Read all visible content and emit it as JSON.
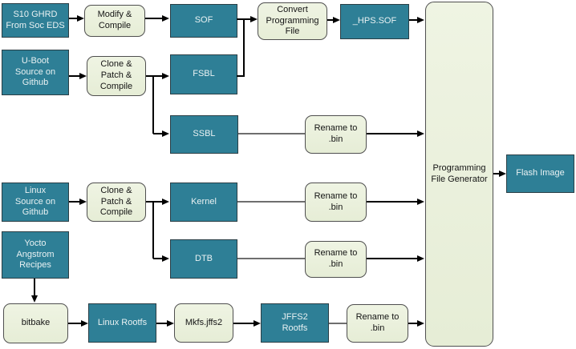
{
  "colors": {
    "teal_fill": "#2E7F96",
    "teal_border": "#2A3E45",
    "teal_text": "#EAF2F3",
    "light_fill_top": "#EFF4E3",
    "light_fill_bottom": "#E6EDD6",
    "light_border": "#4F4F4F",
    "line_black": "#000000",
    "line_gray": "#6E6E6E"
  },
  "nodes": {
    "s10": "S10 GHRD\nFrom Soc EDS",
    "modify": "Modify &\nCompile",
    "sof": "SOF",
    "convert": "Convert\nProgramming\nFile",
    "hps": "_HPS.SOF",
    "uboot": "U-Boot\nSource on\nGithub",
    "clone": "Clone &\nPatch &\nCompile",
    "fsbl": "FSBL",
    "ssbl": "SSBL",
    "rename": "Rename to\n.bin",
    "linux_src": "Linux\nSource on\nGithub",
    "kernel": "Kernel",
    "dtb": "DTB",
    "yocto": "Yocto\nAngstrom\nRecipes",
    "bitbake": "bitbake",
    "linux_rootfs": "Linux Rootfs",
    "mkfs": "Mkfs.jffs2",
    "jffs2": "JFFS2\nRootfs",
    "generator": "Programming\nFile Generator",
    "flash": "Flash Image"
  },
  "edges": [
    {
      "from": "s10",
      "to": "modify",
      "style": "arrow"
    },
    {
      "from": "modify",
      "to": "sof",
      "style": "arrow"
    },
    {
      "from": "sof",
      "to": "convert",
      "style": "arrow"
    },
    {
      "from": "fsbl",
      "to": "convert",
      "style": "arrow-join"
    },
    {
      "from": "convert",
      "to": "hps",
      "style": "arrow"
    },
    {
      "from": "hps",
      "to": "generator",
      "style": "arrow"
    },
    {
      "from": "uboot",
      "to": "clone",
      "style": "arrow"
    },
    {
      "from": "clone",
      "to": "fsbl",
      "style": "arrow"
    },
    {
      "from": "clone",
      "to": "ssbl",
      "style": "arrow-branch"
    },
    {
      "from": "ssbl",
      "to": "rename",
      "style": "plain"
    },
    {
      "from": "rename(ssbl)",
      "to": "generator",
      "style": "arrow"
    },
    {
      "from": "linux_src",
      "to": "clone",
      "style": "arrow"
    },
    {
      "from": "clone",
      "to": "kernel",
      "style": "arrow"
    },
    {
      "from": "clone",
      "to": "dtb",
      "style": "arrow-branch"
    },
    {
      "from": "kernel",
      "to": "rename",
      "style": "plain"
    },
    {
      "from": "rename(kernel)",
      "to": "generator",
      "style": "arrow"
    },
    {
      "from": "dtb",
      "to": "rename",
      "style": "plain"
    },
    {
      "from": "rename(dtb)",
      "to": "generator",
      "style": "arrow"
    },
    {
      "from": "yocto",
      "to": "bitbake",
      "style": "arrow-down"
    },
    {
      "from": "bitbake",
      "to": "linux_rootfs",
      "style": "arrow"
    },
    {
      "from": "linux_rootfs",
      "to": "mkfs",
      "style": "arrow"
    },
    {
      "from": "mkfs",
      "to": "jffs2",
      "style": "arrow"
    },
    {
      "from": "jffs2",
      "to": "rename",
      "style": "plain"
    },
    {
      "from": "rename(jffs2)",
      "to": "generator",
      "style": "arrow"
    },
    {
      "from": "generator",
      "to": "flash",
      "style": "arrow"
    }
  ]
}
